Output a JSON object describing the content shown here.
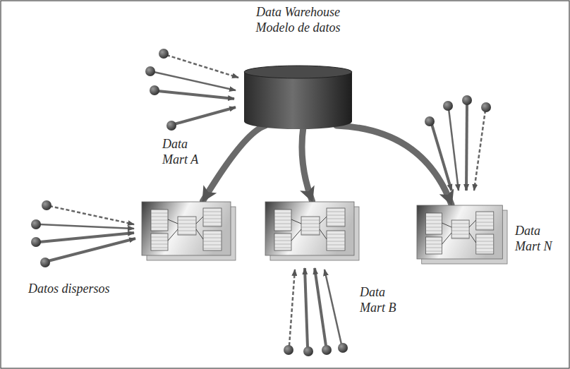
{
  "diagram": {
    "nodes": [
      {
        "text": [
          "Data Warehouse Modelo de datos"
        ]
      },
      {
        "text": [
          "Data Mart A"
        ]
      },
      {
        "text": [
          "Data Mart B"
        ]
      },
      {
        "text": [
          "Data Mart N"
        ]
      }
    ],
    "edges": [
      {
        "from": 0,
        "to": 1,
        "arrow": "to"
      },
      {
        "from": 0,
        "to": 2,
        "arrow": "to"
      },
      {
        "from": 0,
        "to": 3,
        "arrow": "to"
      }
    ],
    "labels": [
      "Datos dispersos"
    ]
  }
}
